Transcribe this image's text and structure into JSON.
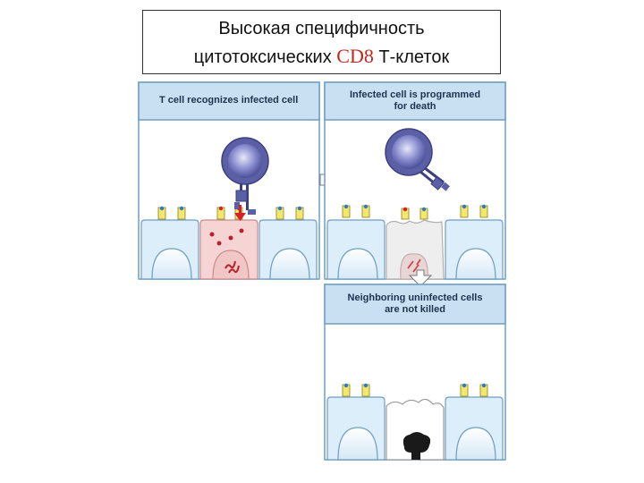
{
  "title": {
    "line1": "Высокая специфичность",
    "line2_prefix": "цитотоксических ",
    "line2_highlight": "CD8",
    "line2_suffix": " Т-клеток",
    "highlight_color": "#c0261e"
  },
  "panels": [
    {
      "label": "T cell recognizes infected cell"
    },
    {
      "label_line1": "Infected cell is programmed",
      "label_line2": "for death"
    },
    {
      "label_line1": "Neighboring uninfected cells",
      "label_line2": "are not killed"
    }
  ],
  "colors": {
    "header_bg": "#c9e0f2",
    "cell_fill": "#dceefa",
    "cell_stroke": "#6f9ec3",
    "infected_fill": "#f6d4d4",
    "dying_fill": "#eeeeee",
    "tcell_blue": "#5b5fa6",
    "receptor_yellow": "#f3e86a",
    "arrow_red": "#d61f26"
  }
}
